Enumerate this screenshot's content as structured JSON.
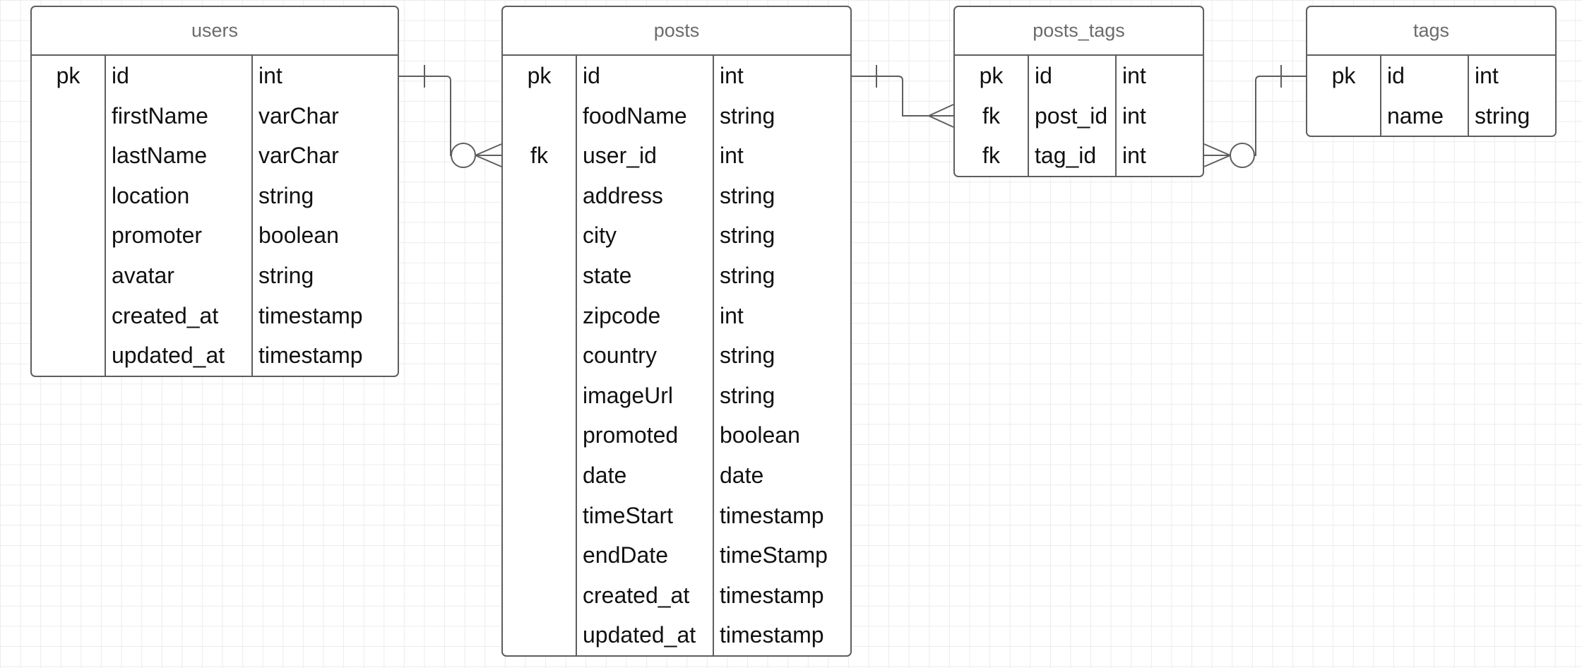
{
  "tables": [
    {
      "id": "users",
      "title": "users",
      "rows": [
        {
          "key": "pk",
          "name": "id",
          "type": "int"
        },
        {
          "key": "",
          "name": "firstName",
          "type": "varChar"
        },
        {
          "key": "",
          "name": "lastName",
          "type": "varChar"
        },
        {
          "key": "",
          "name": "location",
          "type": "string"
        },
        {
          "key": "",
          "name": "promoter",
          "type": "boolean"
        },
        {
          "key": "",
          "name": "avatar",
          "type": "string"
        },
        {
          "key": "",
          "name": "created_at",
          "type": "timestamp"
        },
        {
          "key": "",
          "name": "updated_at",
          "type": "timestamp"
        }
      ]
    },
    {
      "id": "posts",
      "title": "posts",
      "rows": [
        {
          "key": "pk",
          "name": "id",
          "type": "int"
        },
        {
          "key": "",
          "name": "foodName",
          "type": "string"
        },
        {
          "key": "fk",
          "name": "user_id",
          "type": "int"
        },
        {
          "key": "",
          "name": "address",
          "type": "string"
        },
        {
          "key": "",
          "name": "city",
          "type": "string"
        },
        {
          "key": "",
          "name": "state",
          "type": "string"
        },
        {
          "key": "",
          "name": "zipcode",
          "type": "int"
        },
        {
          "key": "",
          "name": "country",
          "type": "string"
        },
        {
          "key": "",
          "name": "imageUrl",
          "type": "string"
        },
        {
          "key": "",
          "name": "promoted",
          "type": "boolean"
        },
        {
          "key": "",
          "name": "date",
          "type": "date"
        },
        {
          "key": "",
          "name": "timeStart",
          "type": "timestamp"
        },
        {
          "key": "",
          "name": "endDate",
          "type": "timeStamp"
        },
        {
          "key": "",
          "name": "created_at",
          "type": "timestamp"
        },
        {
          "key": "",
          "name": "updated_at",
          "type": "timestamp"
        }
      ]
    },
    {
      "id": "posts_tags",
      "title": "posts_tags",
      "rows": [
        {
          "key": "pk",
          "name": "id",
          "type": "int"
        },
        {
          "key": "fk",
          "name": "post_id",
          "type": "int"
        },
        {
          "key": "fk",
          "name": "tag_id",
          "type": "int"
        }
      ]
    },
    {
      "id": "tags",
      "title": "tags",
      "rows": [
        {
          "key": "pk",
          "name": "id",
          "type": "int"
        },
        {
          "key": "",
          "name": "name",
          "type": "string"
        }
      ]
    }
  ],
  "relationships": [
    {
      "from": "users.id",
      "to": "posts.user_id",
      "from_end": "one",
      "to_end": "zero-or-many"
    },
    {
      "from": "posts.id",
      "to": "posts_tags.post_id",
      "from_end": "one",
      "to_end": "many"
    },
    {
      "from": "tags.id",
      "to": "posts_tags.tag_id",
      "from_end": "one",
      "to_end": "zero-or-many"
    }
  ],
  "colors": {
    "line": "#5e5e5e",
    "header_text": "#6b6b6b",
    "text": "#111111",
    "grid": "#ececec"
  }
}
